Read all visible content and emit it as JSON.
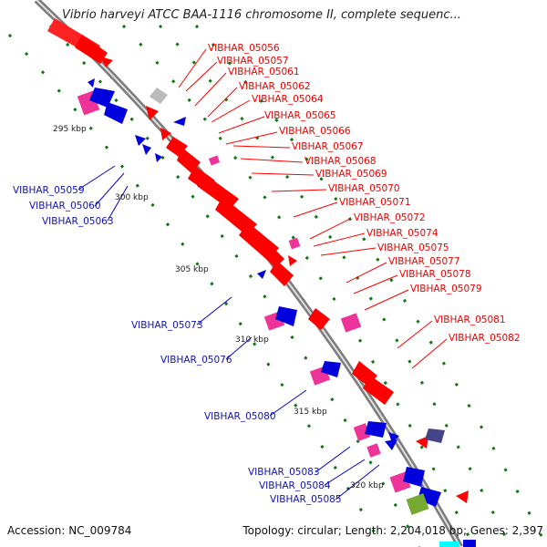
{
  "title": "Vibrio harveyi ATCC BAA-1116 chromosome II, complete sequenc...",
  "footer": {
    "accession": "Accession: NC_009784",
    "topology": "Topology: circular;",
    "length": "Length: 2,204,018 bp;",
    "genes": "Genes: 2,397"
  },
  "scale_ticks": [
    "295 kbp",
    "300 kbp",
    "305 kbp",
    "310 kbp",
    "315 kbp",
    "320 kbp"
  ],
  "forward_gene_labels": [
    "VIBHAR_05056",
    "VIBHAR_05057",
    "VIBHAR_05061",
    "VIBHAR_05062",
    "VIBHAR_05064",
    "VIBHAR_05065",
    "VIBHAR_05066",
    "VIBHAR_05067",
    "VIBHAR_05068",
    "VIBHAR_05069",
    "VIBHAR_05070",
    "VIBHAR_05071",
    "VIBHAR_05072",
    "VIBHAR_05074",
    "VIBHAR_05075",
    "VIBHAR_05077",
    "VIBHAR_05078",
    "VIBHAR_05079",
    "VIBHAR_05081",
    "VIBHAR_05082"
  ],
  "reverse_gene_labels": [
    "VIBHAR_05059",
    "VIBHAR_05060",
    "VIBHAR_05063",
    "VIBHAR_05073",
    "VIBHAR_05076",
    "VIBHAR_05080",
    "VIBHAR_05083",
    "VIBHAR_05084",
    "VIBHAR_05085"
  ],
  "colors": {
    "forward": "#ff0000",
    "reverse": "#0000dd",
    "pink": "#ee3399",
    "grey": "#bbbbbb",
    "olive": "#77aa33",
    "slate": "#444488",
    "cyan": "#00ffff",
    "backbone": "#888888",
    "tick_dots": "#117711"
  }
}
